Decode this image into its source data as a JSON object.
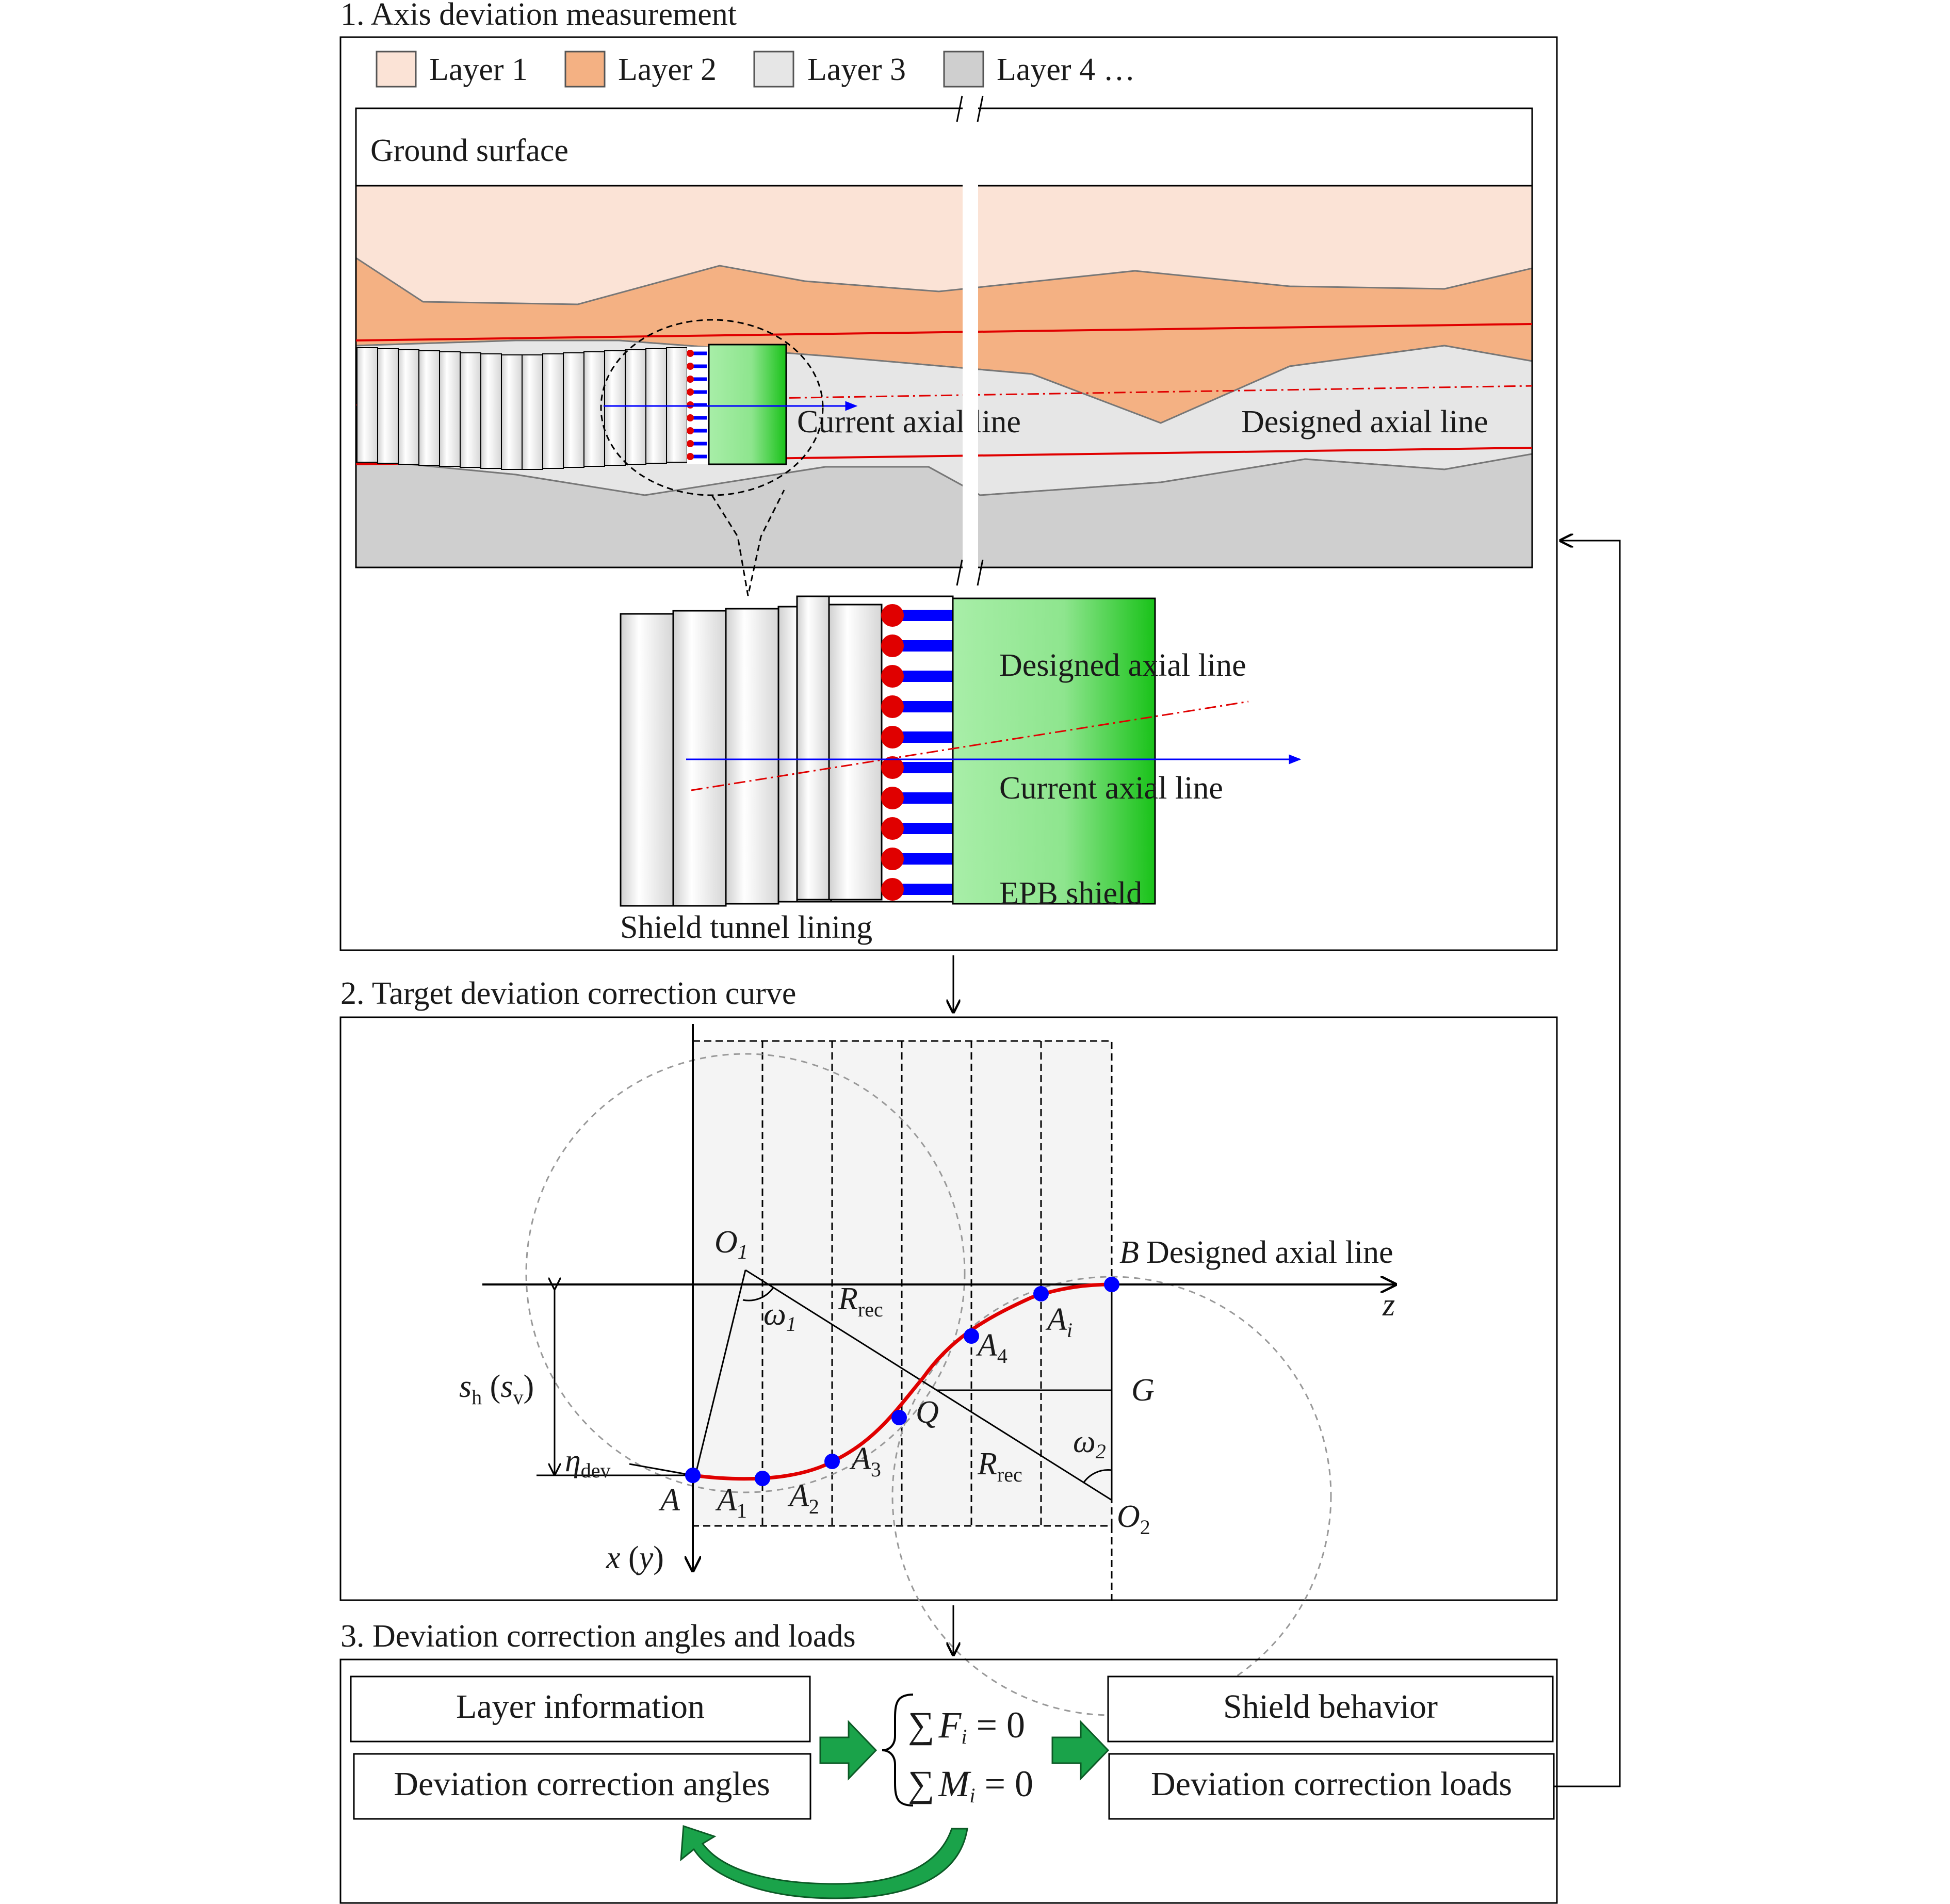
{
  "section1": {
    "title": "1. Axis deviation measurement",
    "legend": [
      {
        "label": "Layer 1",
        "color": "#fbe3d6"
      },
      {
        "label": "Layer 2",
        "color": "#f4b183"
      },
      {
        "label": "Layer 3",
        "color": "#e6e6e6"
      },
      {
        "label": "Layer 4 …",
        "color": "#cfcfcf"
      }
    ],
    "ground_surface": "Ground surface",
    "current_axial_line": "Current axial line",
    "designed_axial_line": "Designed axial line",
    "zoom": {
      "designed_axial_line": "Designed axial line",
      "current_axial_line": "Current axial line",
      "epb_shield": "EPB shield",
      "lining": "Shield tunnel lining"
    }
  },
  "section2": {
    "title": "2. Target deviation correction curve",
    "labels": {
      "O1": "O",
      "O1_sub": "1",
      "B": "B",
      "designed_axial_line": "Designed axial line",
      "z": "z",
      "omega1": "ω",
      "omega1_sub": "1",
      "R": "R",
      "R_sub": "rec",
      "A_i": "A",
      "A_i_sub": "i",
      "A4": "A",
      "A4_sub": "4",
      "G": "G",
      "Q": "Q",
      "A3": "A",
      "A3_sub": "3",
      "A2": "A",
      "A2_sub": "2",
      "A1": "A",
      "A1_sub": "1",
      "A": "A",
      "omega2": "ω",
      "omega2_sub": "2",
      "R2": "R",
      "R2_sub": "rec",
      "O2": "O",
      "O2_sub": "2",
      "s": "s",
      "s_sub": "h",
      "s_paren_open": " (",
      "s2": "s",
      "s2_sub": "v",
      "s_paren_close": ")",
      "eta": "η",
      "eta_sub": "dev",
      "xy": "x",
      "xy_open": " (",
      "xy_y": "y",
      "xy_close": ")"
    }
  },
  "section3": {
    "title": "3. Deviation correction angles and loads",
    "left_boxes": [
      "Layer information",
      "Deviation correction angles"
    ],
    "right_boxes": [
      "Shield behavior",
      "Deviation correction loads"
    ],
    "eq1": {
      "sum": "∑",
      "var": "F",
      "sub": "i",
      "rhs": " = 0"
    },
    "eq2": {
      "sum": "∑",
      "var": "M",
      "sub": "i",
      "rhs": " = 0"
    }
  },
  "colors": {
    "layer1": "#fbe3d6",
    "layer2": "#f4b183",
    "layer3": "#e6e6e6",
    "layer4": "#cfcfcf",
    "red": "#e00000",
    "blue": "#0000ff",
    "green": "#1aa34a",
    "shield_green": "#33cc33"
  }
}
